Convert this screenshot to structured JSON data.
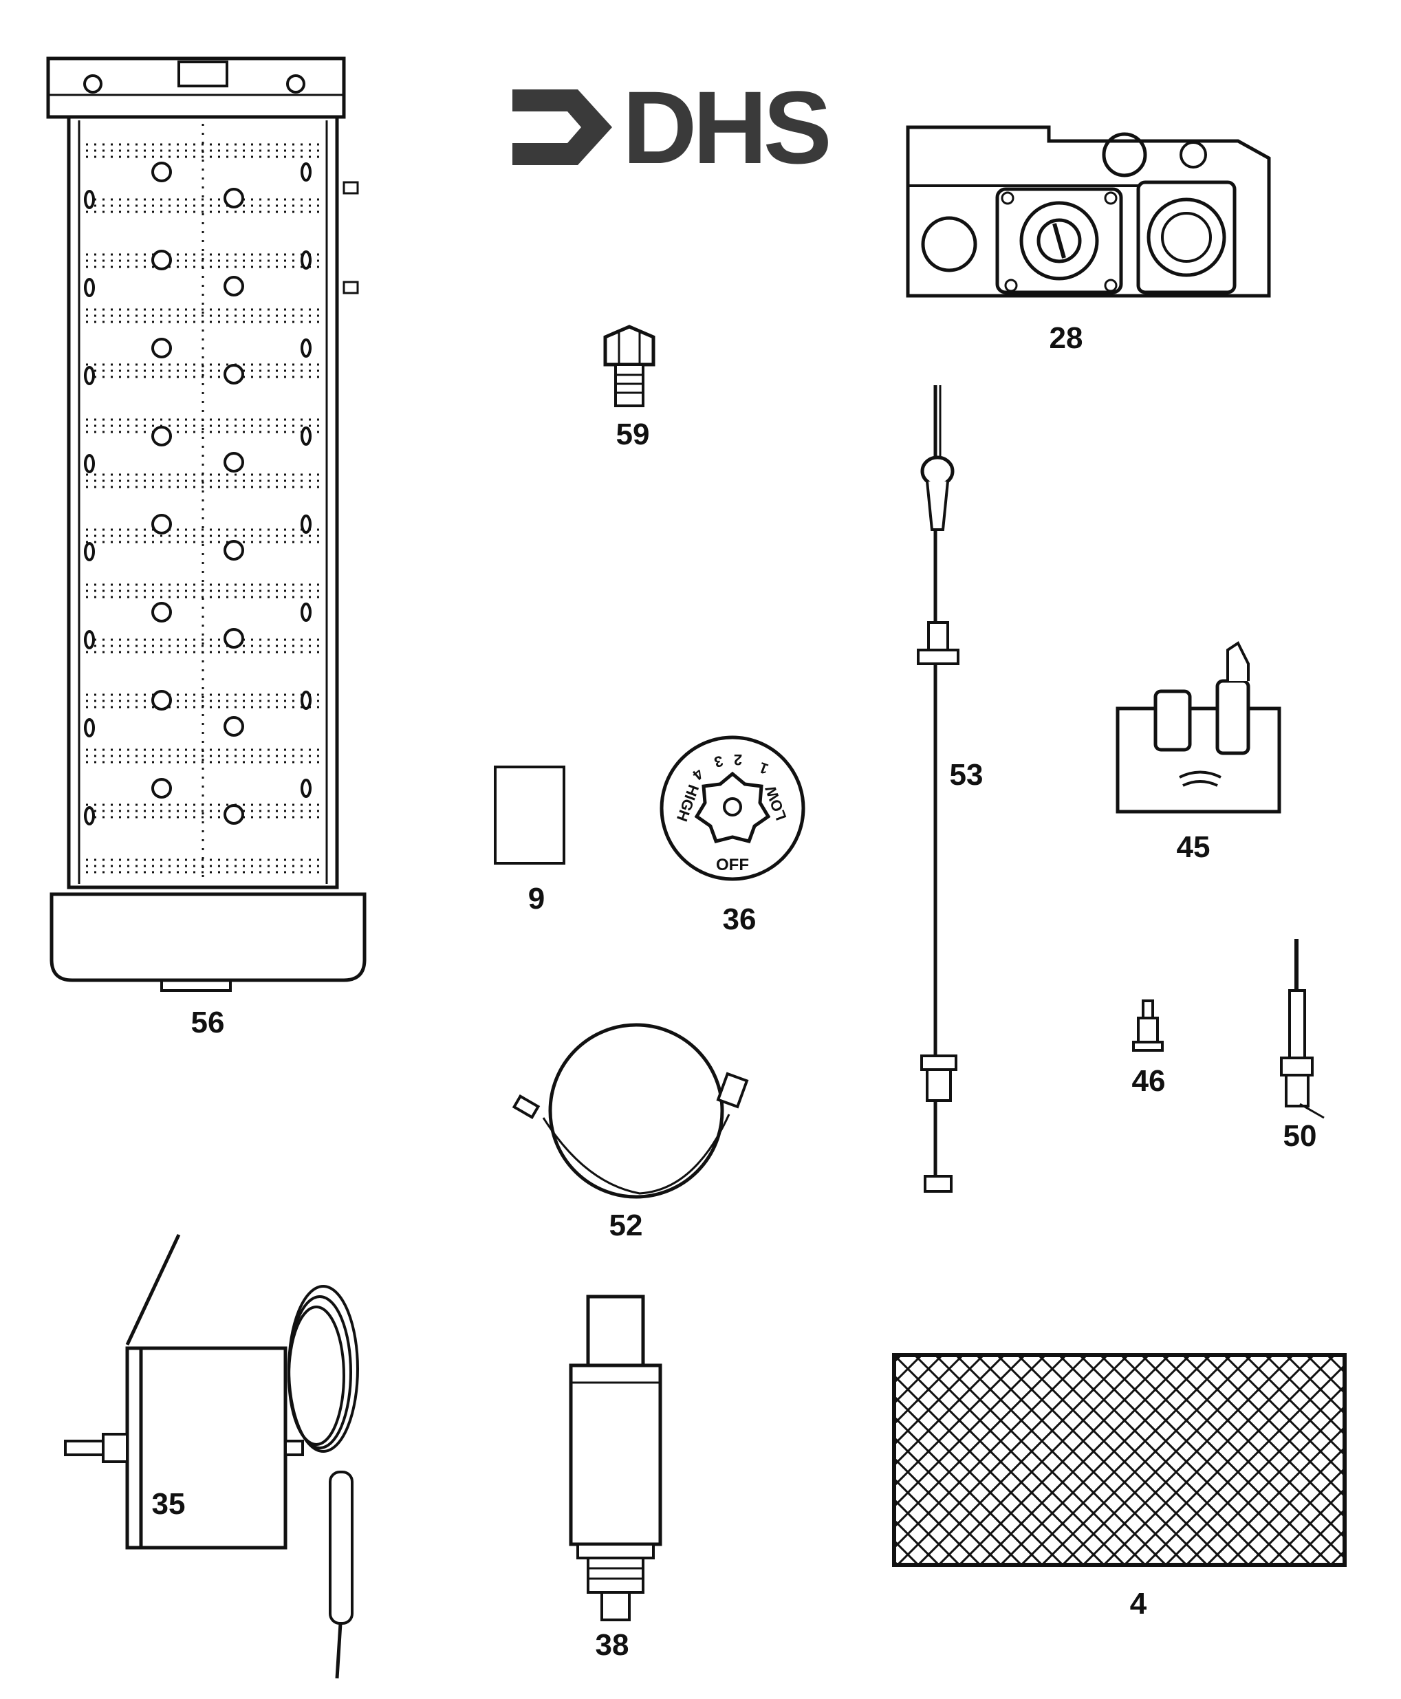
{
  "logo": {
    "text": "DHS"
  },
  "knob": {
    "off": "OFF",
    "high": "HIGH",
    "low": "LOW",
    "n1": "1",
    "n2": "2",
    "n3": "3",
    "n4": "4"
  },
  "parts": [
    {
      "id": "burner-tile",
      "label": "56"
    },
    {
      "id": "orifice",
      "label": "59"
    },
    {
      "id": "gas-valve",
      "label": "28"
    },
    {
      "id": "thermocouple",
      "label": "53"
    },
    {
      "id": "pilot-assembly",
      "label": "45"
    },
    {
      "id": "label-card",
      "label": "9"
    },
    {
      "id": "control-knob",
      "label": "36"
    },
    {
      "id": "pilot-orifice",
      "label": "46"
    },
    {
      "id": "electrode",
      "label": "50"
    },
    {
      "id": "lead-wire",
      "label": "52"
    },
    {
      "id": "thermostat",
      "label": "35"
    },
    {
      "id": "piezo-igniter",
      "label": "38"
    },
    {
      "id": "grill-screen",
      "label": "4"
    }
  ]
}
